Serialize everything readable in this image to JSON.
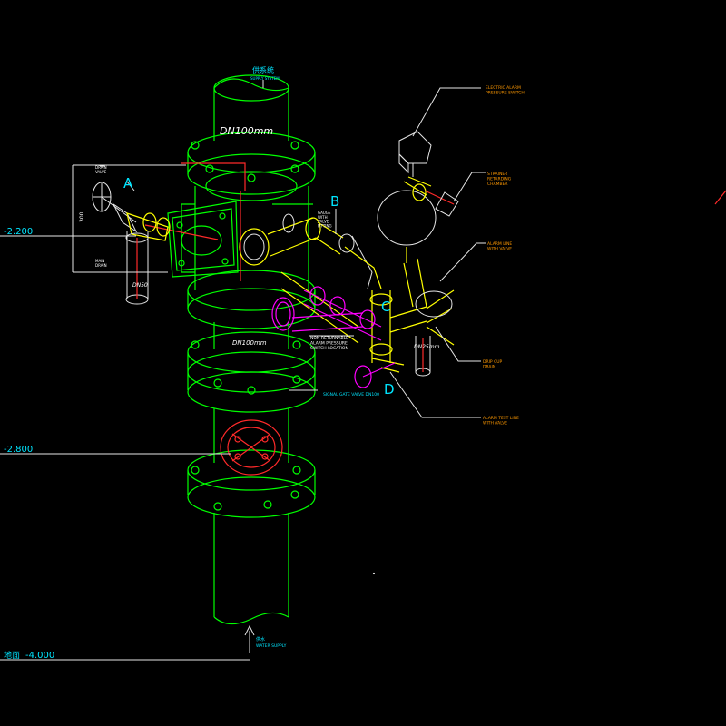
{
  "labels": {
    "supply_system_cn": "供系统",
    "supply_system_en": "SUPPLY SYSTEM",
    "dn100_top": "DN100mm",
    "dn100_mid": "DN100mm",
    "dn50": "DN50",
    "dn25": "DN25mm",
    "drain_valve": "DRAIN\nVALVE",
    "main_drain": "MAIN\nDRAIN",
    "gauge_b": "GAUGE\nWITH\nVALVE\nFITTING",
    "electric_switch": "ELECTRIC ALARM\nPRESSURE SWITCH",
    "strainer": "STRAINER\nRETARDING\nCHAMBER",
    "alarm_line": "ALARM LINE\nWITH VALVE",
    "drip_cup": "DRIP CUP\nDRAIN",
    "alarm_test": "ALARM TEST LINE\nWITH VALVE",
    "non_return": "NON-RETURNABLE\nALARM PRESSURE\nSWITCH LOCATION",
    "gate_valve": "SIGNAL GATE VALVE DN100",
    "water_supply_cn": "供水",
    "water_supply_en": "WATER SUPPLY",
    "ground_cn": "地面",
    "elev_1": "-2.200",
    "elev_2": "-2.800",
    "elev_3": "-4.000",
    "dim_300": "300",
    "letter_a": "A",
    "letter_b": "B",
    "letter_c": "C",
    "letter_d": "D"
  },
  "colors": {
    "pipe": "#00ff00",
    "text": "#00e5ff",
    "fitting": "#ffff00",
    "gauge": "#ff00ff",
    "hot": "#ff2a2a",
    "device": "#e6e6e6"
  }
}
